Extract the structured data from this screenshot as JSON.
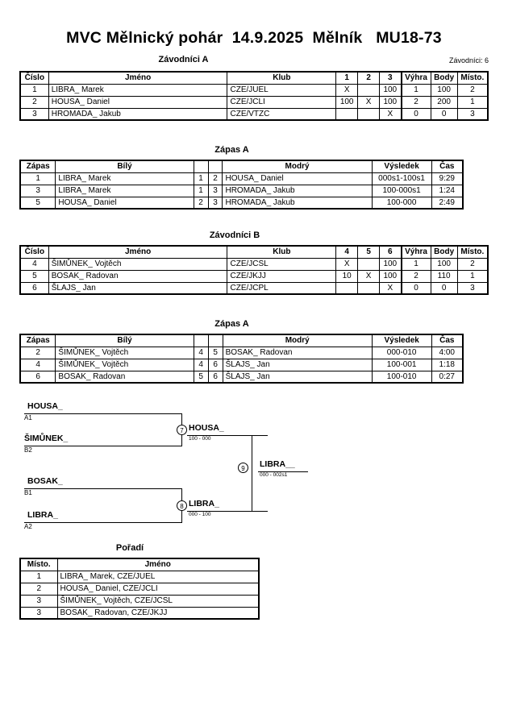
{
  "header": {
    "title": "MVC Mělnický pohár  14.9.2025  Mělník   MU18-73",
    "entrants_note": "Závodníci: 6"
  },
  "sections": {
    "group_a_title": "Závodníci A",
    "group_a_matches_title": "Zápas A",
    "group_b_title": "Závodníci B",
    "group_b_matches_title": "Zápas A",
    "ranking_title": "Pořadí"
  },
  "competitor_table": {
    "headers": {
      "number": "Číslo",
      "name": "Jméno",
      "club": "Klub",
      "wins": "Výhra",
      "points": "Body",
      "place": "Místo."
    }
  },
  "group_a": {
    "score_headers": [
      "1",
      "2",
      "3"
    ],
    "rows": [
      {
        "number": "1",
        "name": "LIBRA_ Marek",
        "club": "CZE/JUEL",
        "scores": [
          "X",
          "",
          "100"
        ],
        "wins": "1",
        "points": "100",
        "place": "2"
      },
      {
        "number": "2",
        "name": "HOUSA_ Daniel",
        "club": "CZE/JCLI",
        "scores": [
          "100",
          "X",
          "100"
        ],
        "wins": "2",
        "points": "200",
        "place": "1"
      },
      {
        "number": "3",
        "name": "HROMADA_ Jakub",
        "club": "CZE/VTZC",
        "scores": [
          "",
          "",
          "X"
        ],
        "wins": "0",
        "points": "0",
        "place": "3"
      }
    ]
  },
  "group_b": {
    "score_headers": [
      "4",
      "5",
      "6"
    ],
    "rows": [
      {
        "number": "4",
        "name": "ŠIMŮNEK_ Vojtěch",
        "club": "CZE/JCSL",
        "scores": [
          "X",
          "",
          "100"
        ],
        "wins": "1",
        "points": "100",
        "place": "2"
      },
      {
        "number": "5",
        "name": "BOSAK_ Radovan",
        "club": "CZE/JKJJ",
        "scores": [
          "10",
          "X",
          "100"
        ],
        "wins": "2",
        "points": "110",
        "place": "1"
      },
      {
        "number": "6",
        "name": "ŠLAJS_ Jan",
        "club": "CZE/JCPL",
        "scores": [
          "",
          "",
          "X"
        ],
        "wins": "0",
        "points": "0",
        "place": "3"
      }
    ]
  },
  "match_table": {
    "headers": {
      "match": "Zápas",
      "white": "Bílý",
      "blue": "Modrý",
      "result": "Výsledek",
      "time": "Čas"
    }
  },
  "matches_a": [
    {
      "match": "1",
      "white": "LIBRA_ Marek",
      "white_bold": false,
      "wnum": "1",
      "bnum": "2",
      "blue": "HOUSA_ Daniel",
      "blue_bold": true,
      "result": "000s1-100s1",
      "time": "9:29"
    },
    {
      "match": "3",
      "white": "LIBRA_ Marek",
      "white_bold": true,
      "wnum": "1",
      "bnum": "3",
      "blue": "HROMADA_ Jakub",
      "blue_bold": false,
      "result": "100-000s1",
      "time": "1:24"
    },
    {
      "match": "5",
      "white": "HOUSA_ Daniel",
      "white_bold": true,
      "wnum": "2",
      "bnum": "3",
      "blue": "HROMADA_ Jakub",
      "blue_bold": false,
      "result": "100-000",
      "time": "2:49"
    }
  ],
  "matches_b": [
    {
      "match": "2",
      "white": "ŠIMŮNEK_ Vojtěch",
      "white_bold": false,
      "wnum": "4",
      "bnum": "5",
      "blue": "BOSAK_ Radovan",
      "blue_bold": true,
      "result": "000-010",
      "time": "4:00"
    },
    {
      "match": "4",
      "white": "ŠIMŮNEK_ Vojtěch",
      "white_bold": true,
      "wnum": "4",
      "bnum": "6",
      "blue": "ŠLAJS_ Jan",
      "blue_bold": false,
      "result": "100-001",
      "time": "1:18"
    },
    {
      "match": "6",
      "white": "BOSAK_ Radovan",
      "white_bold": true,
      "wnum": "5",
      "bnum": "6",
      "blue": "ŠLAJS_ Jan",
      "blue_bold": false,
      "result": "100-010",
      "time": "0:27"
    }
  ],
  "bracket": {
    "seeds": [
      {
        "name": "HOUSA_",
        "seed": "A1"
      },
      {
        "name": "ŠIMŮNEK_",
        "seed": "B2"
      },
      {
        "name": "BOSAK_",
        "seed": "B1"
      },
      {
        "name": "LIBRA_",
        "seed": "A2"
      }
    ],
    "nodes": [
      {
        "id": "7",
        "winner": "HOUSA_",
        "score": "100 - 000"
      },
      {
        "id": "8",
        "winner": "LIBRA_",
        "score": "000 - 100"
      },
      {
        "id": "9",
        "winner": "LIBRA__",
        "score": "000 - 002s1"
      }
    ]
  },
  "ranking": {
    "headers": {
      "place": "Místo.",
      "name": "Jméno"
    },
    "rows": [
      {
        "place": "1",
        "name": "LIBRA_ Marek, CZE/JUEL"
      },
      {
        "place": "2",
        "name": "HOUSA_ Daniel, CZE/JCLI"
      },
      {
        "place": "3",
        "name": "ŠIMŮNEK_ Vojtěch, CZE/JCSL"
      },
      {
        "place": "3",
        "name": "BOSAK_ Radovan, CZE/JKJJ"
      }
    ]
  }
}
